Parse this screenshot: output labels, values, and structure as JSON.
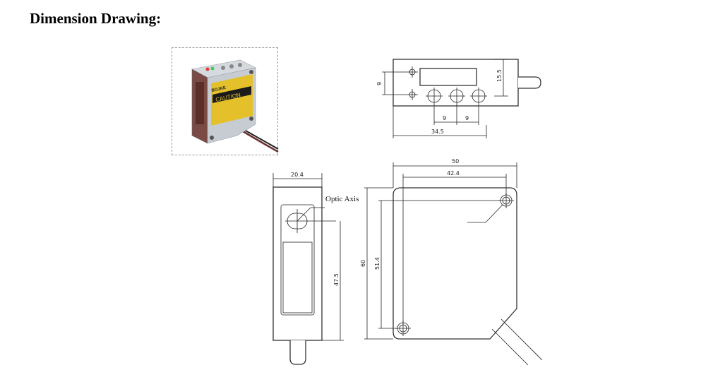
{
  "page": {
    "title": "Dimension Drawing:"
  },
  "photo": {
    "brand_text": "BOJKE",
    "caution_text": "CAUTION"
  },
  "top_view": {
    "dims": {
      "height_15_5": "15.5",
      "left_9": "9",
      "pitch_a": "9",
      "pitch_b": "9",
      "width_34_5": "34.5"
    }
  },
  "front_view": {
    "dims": {
      "width_20_4": "20.4",
      "height_47_5": "47.5"
    },
    "optic_axis_label": "Optic Axis"
  },
  "side_view": {
    "dims": {
      "width_50": "50",
      "width_42_4": "42.4",
      "height_60": "60",
      "height_51_4": "51.4"
    }
  }
}
